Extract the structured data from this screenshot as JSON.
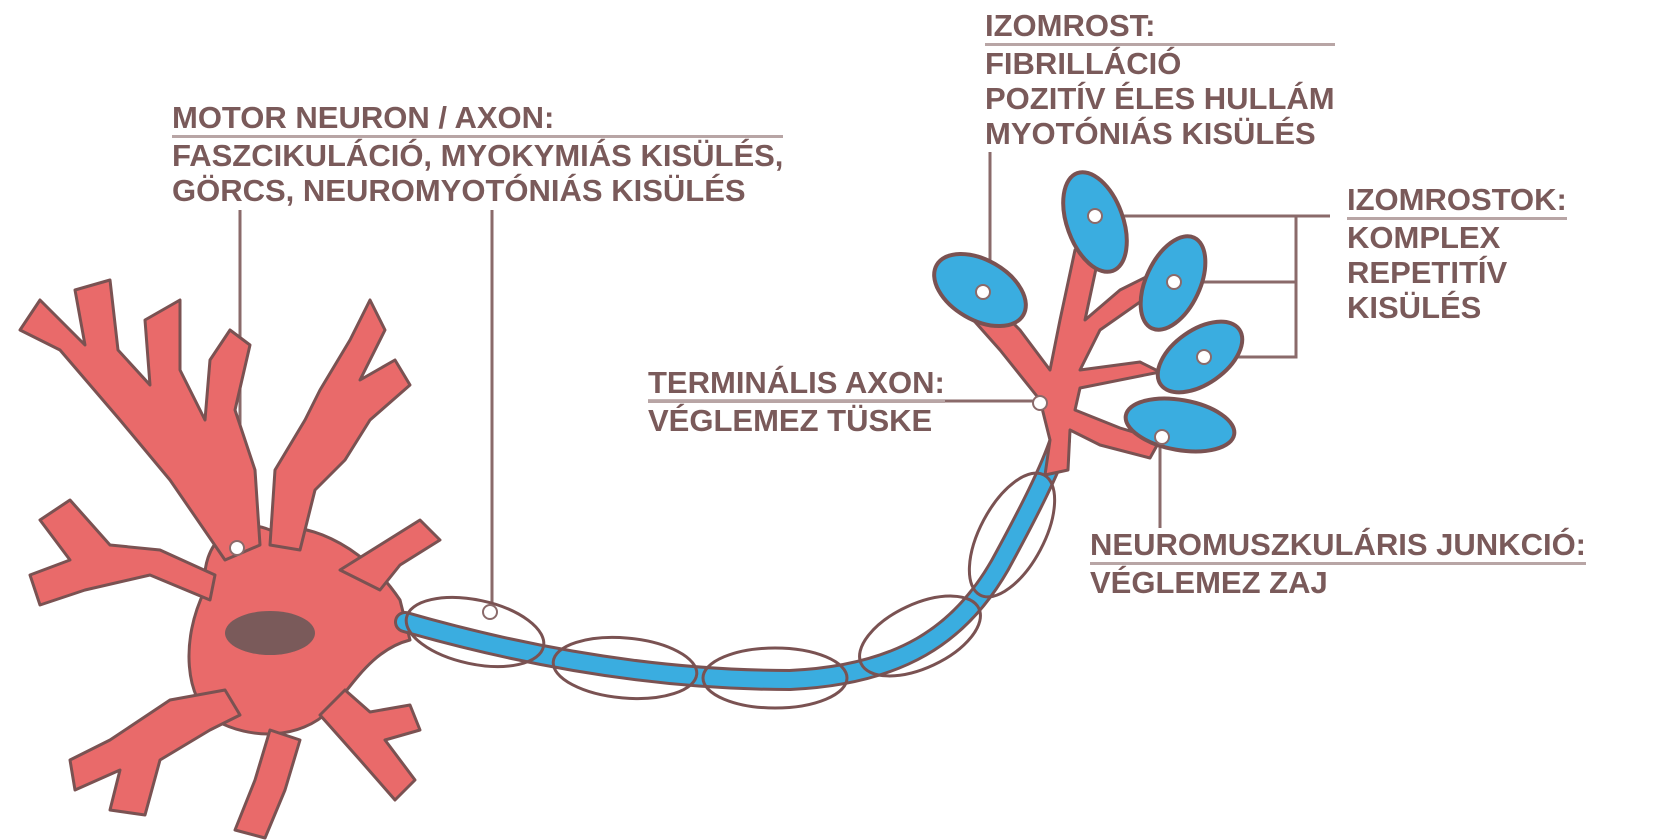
{
  "colors": {
    "neuron": "#e96a6a",
    "outline": "#7a5252",
    "nucleus": "#7a5a5a",
    "axon_core": "#3aade0",
    "fiber": "#3aade0",
    "text": "#7a5a5a",
    "rule": "#b8a5a5"
  },
  "labels": {
    "motor_neuron": {
      "heading": "MOTOR NEURON / AXON:",
      "lines": [
        "FASZCIKULÁCIÓ, MYOKYMIÁS KISÜLÉS,",
        "GÖRCS, NEUROMYOTÓNIÁS KISÜLÉS"
      ]
    },
    "izomrost": {
      "heading": "IZOMROST:",
      "lines": [
        "FIBRILLÁCIÓ",
        "POZITÍV ÉLES HULLÁM",
        "MYOTÓNIÁS KISÜLÉS"
      ]
    },
    "izomrostok": {
      "heading": "IZOMROSTOK:",
      "lines": [
        "KOMPLEX",
        "REPETITÍV",
        "KISÜLÉS"
      ]
    },
    "terminalis": {
      "heading": "TERMINÁLIS AXON:",
      "lines": [
        "VÉGLEMEZ TÜSKE"
      ]
    },
    "junkcio": {
      "heading": "NEUROMUSZKULÁRIS JUNKCIÓ:",
      "lines": [
        "VÉGLEMEZ ZAJ"
      ]
    }
  }
}
